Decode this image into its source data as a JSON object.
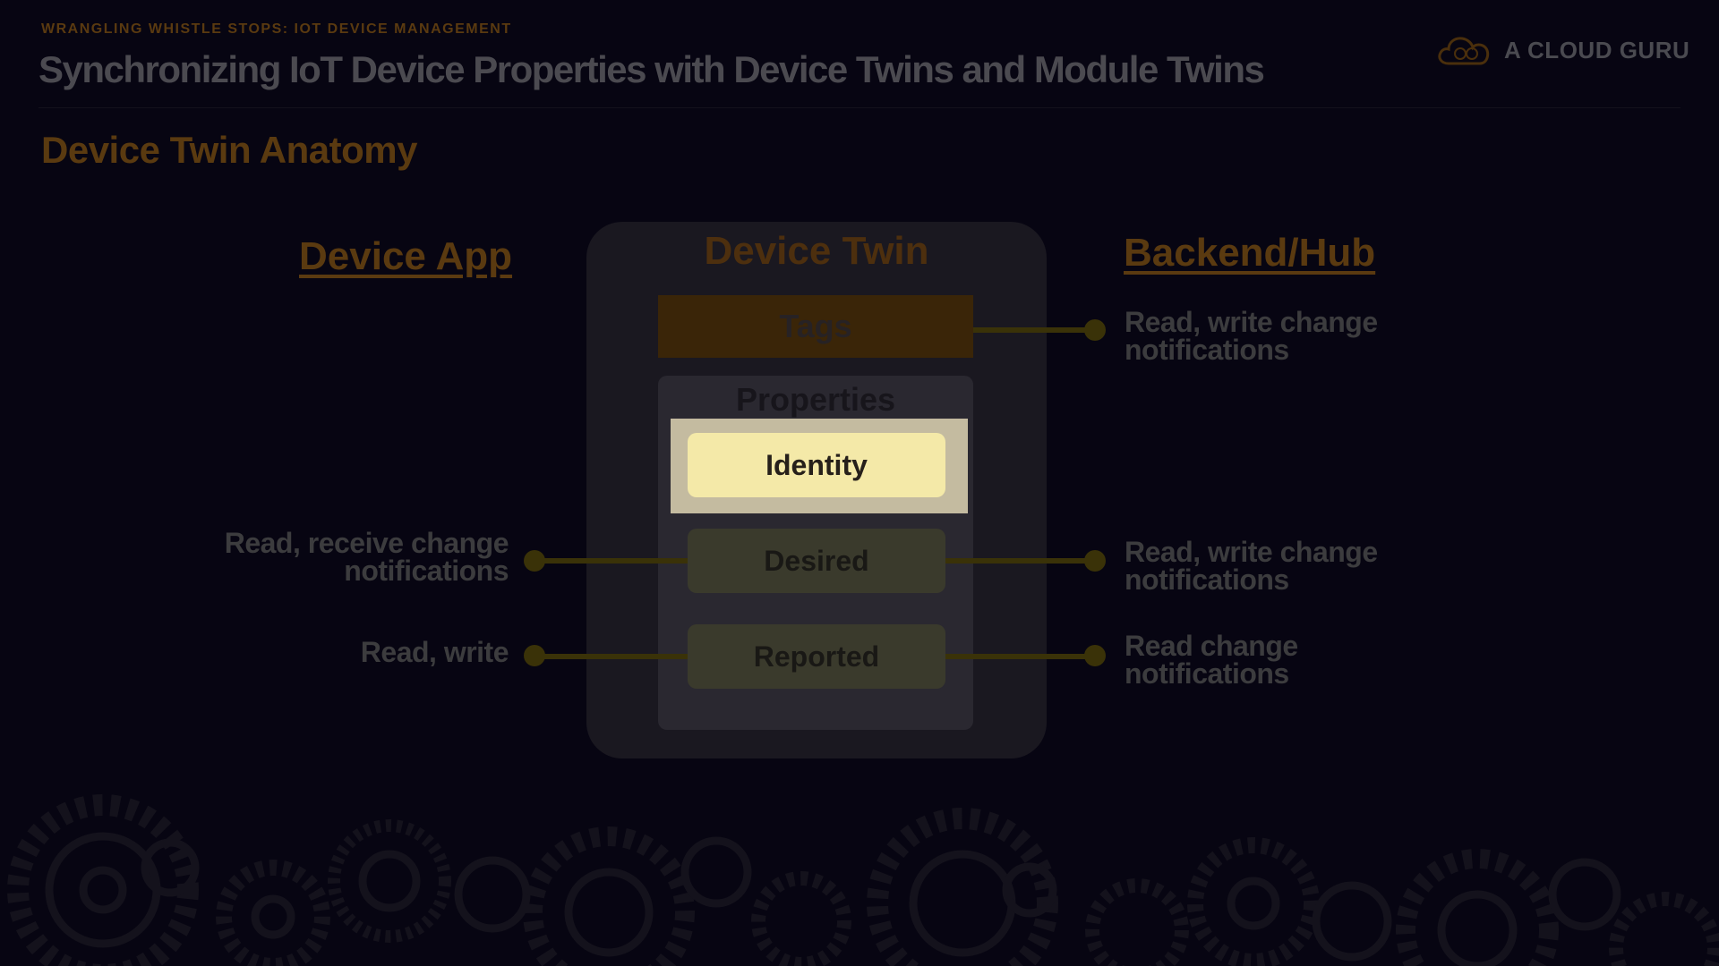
{
  "header": {
    "kicker": "WRANGLING WHISTLE STOPS: IOT DEVICE MANAGEMENT",
    "title": "Synchronizing IoT Device Properties with Device Twins and Module Twins"
  },
  "logo": {
    "text": "A CLOUD GURU",
    "icon": "cloud-icon"
  },
  "section_title": "Device Twin Anatomy",
  "diagram": {
    "left_heading": "Device App",
    "right_heading": "Backend/Hub",
    "twin_title": "Device Twin",
    "tags_label": "Tags",
    "properties_label": "Properties",
    "identity_label": "Identity",
    "desired_label": "Desired",
    "reported_label": "Reported",
    "left_desired": {
      "line1": "Read, receive change",
      "line2": "notifications"
    },
    "left_reported": {
      "line1": "Read, write"
    },
    "right_tags": {
      "line1": "Read, write change",
      "line2": "notifications"
    },
    "right_desired": {
      "line1": "Read, write change",
      "line2": "notifications"
    },
    "right_reported": {
      "line1": "Read change",
      "line2": "notifications"
    }
  },
  "colors": {
    "background": "#070512",
    "accent_orange": "#5a3a10",
    "identity_fill": "#f4e9a8",
    "connector": "#3a3208"
  },
  "decoration": {
    "footer_icon": "gears-icon"
  }
}
